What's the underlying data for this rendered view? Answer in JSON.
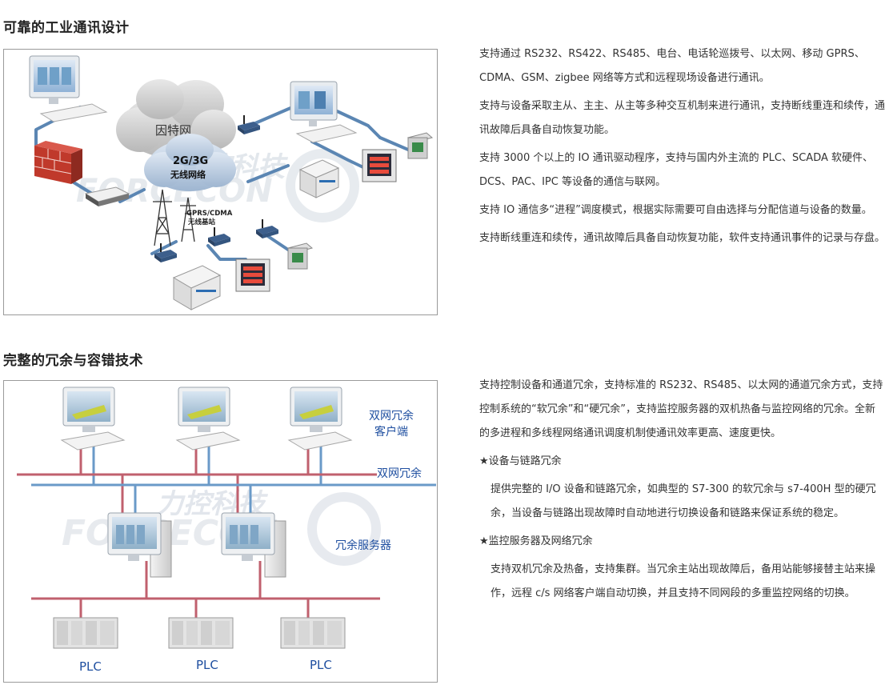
{
  "section1": {
    "title": "可靠的工业通讯设计",
    "figure_labels": {
      "internet": "因特网",
      "wireless_line1": "2G/3G",
      "wireless_line2": "无线网络",
      "gprs_line1": "GPRS/CDMA",
      "gprs_line2": "无线基站",
      "watermark_cn": "力控科技",
      "watermark_en": "FORCECON"
    },
    "paragraphs": [
      "支持通过 RS232、RS422、RS485、电台、电话轮巡拨号、以太网、移动 GPRS、CDMA、GSM、zigbee 网络等方式和远程现场设备进行通讯。",
      "支持与设备采取主从、主主、从主等多种交互机制来进行通讯，支持断线重连和续传，通讯故障后具备自动恢复功能。",
      "支持 3000 个以上的 IO 通讯驱动程序，支持与国内外主流的 PLC、SCADA 软硬件、DCS、PAC、IPC 等设备的通信与联网。",
      "支持 IO 通信多“进程”调度模式，根据实际需要可自由选择与分配信道与设备的数量。",
      "支持断线重连和续传，通讯故障后具备自动恢复功能，软件支持通讯事件的记录与存盘。"
    ]
  },
  "section2": {
    "title": "完整的冗余与容错技术",
    "figure_labels": {
      "client_line1": "双网冗余",
      "client_line2": "客户端",
      "dual_net": "双网冗余",
      "server": "冗余服务器",
      "plc1": "PLC",
      "plc2": "PLC",
      "plc3": "PLC",
      "watermark_cn": "力控科技",
      "watermark_en": "FORCECON"
    },
    "paragraphs": [
      "支持控制设备和通道冗余，支持标准的 RS232、RS485、以太网的通道冗余方式，支持控制系统的“软冗余”和“硬冗余”，支持监控服务器的双机热备与监控网络的冗余。全新的多进程和多线程网络通讯调度机制使通讯效率更高、速度更快。",
      "★设备与链路冗余",
      "提供完整的 I/O 设备和链路冗余，如典型的 S7-300 的软冗余与 s7-400H 型的硬冗余，当设备与链路出现故障时自动地进行切换设备和链路来保证系统的稳定。",
      "★监控服务器及网络冗余",
      "支持双机冗余及热备，支持集群。当冗余主站出现故障后，备用站能够接替主站来操作，远程 c/s 网络客户端自动切换，并且支持不同网段的多重监控网络的切换。"
    ]
  },
  "colors": {
    "link_blue": "#5b86b3",
    "net_red": "#c0606e",
    "net_blue": "#6a9ac8",
    "label_blue": "#1f4fa0",
    "border_gray": "#9a9a9a"
  }
}
